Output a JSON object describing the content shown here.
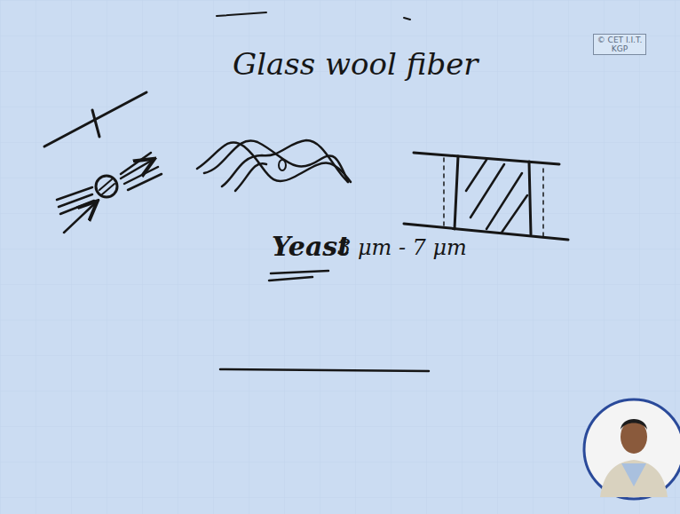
{
  "diagram": {
    "title": "Glass wool fiber",
    "labels": [
      "© CET I.I.T. KGP",
      "Yeast",
      "3 μm - 7 μm"
    ]
  }
}
